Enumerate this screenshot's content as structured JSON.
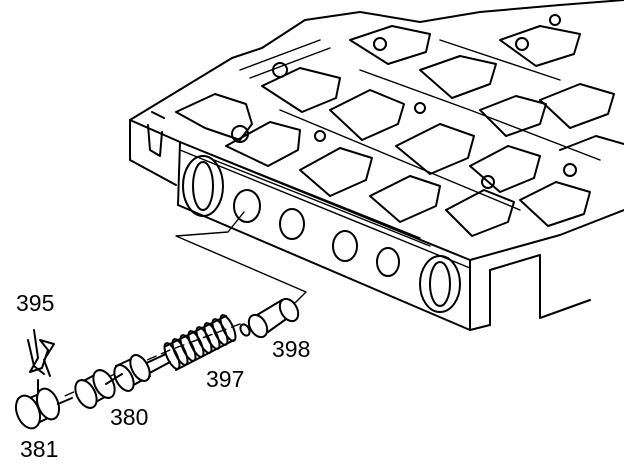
{
  "diagram": {
    "parts": [
      {
        "id": "395",
        "label": "395"
      },
      {
        "id": "381",
        "label": "381"
      },
      {
        "id": "380",
        "label": "380"
      },
      {
        "id": "397",
        "label": "397"
      },
      {
        "id": "398",
        "label": "398"
      }
    ]
  }
}
